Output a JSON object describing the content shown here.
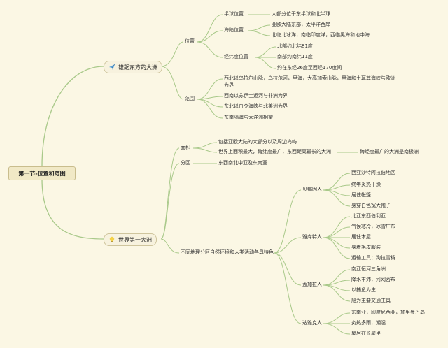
{
  "root": "第一节-位置和范围",
  "b1": {
    "title": "雄踞东方的大洲",
    "position": {
      "label": "位置",
      "hemisphere": {
        "label": "半球位置",
        "value": "大部分位于东半球和北半球"
      },
      "sealand": {
        "label": "海陆位置",
        "values": [
          "亚欧大陆东部，太平洋西岸",
          "北临北冰洋，南临印度洋，西临黑海和地中海"
        ]
      },
      "latlon": {
        "label": "经纬度位置",
        "values": [
          "北部约北纬81度",
          "南部约南纬11度",
          "约在东经26度至西经170度间"
        ]
      }
    },
    "range": {
      "label": "范围",
      "items": [
        "西北以乌拉尔山脉，乌拉尔河，里海，大高加索山脉，黑海和土耳其海峡与欧洲",
        "为界",
        "西南以苏伊士运河与非洲为界",
        "东北以白令海峡与北美洲为界",
        "东南隔海与大洋洲相望"
      ]
    }
  },
  "b2": {
    "title": "世界第一大洲",
    "area": {
      "label": "面积",
      "items": [
        "包括亚欧大陆的大部分以及周边岛屿",
        "世界上面积最大，跨纬度最广，东西距离最长的大洲"
      ],
      "extra": "跨经度最广的大洲是南极洲"
    },
    "region": {
      "label": "分区",
      "value": "东西南北中亚及东南亚"
    },
    "culture": {
      "label": "不同地理分区自然环境和人类活动各具特色",
      "groups": [
        {
          "label": "贝都因人",
          "items": [
            "西亚沙特阿拉伯地区",
            "终年炎热干燥",
            "居住帐篷",
            "身穿白色宽大袍子"
          ]
        },
        {
          "label": "雅库特人",
          "items": [
            "北亚东西伯利亚",
            "气候寒冷，冰雪广布",
            "居住木屋",
            "身着毛皮服装",
            "运输工具：狗拉雪橇"
          ]
        },
        {
          "label": "孟加拉人",
          "items": [
            "南亚恒河三角洲",
            "降水丰沛，河网密布",
            "以捕鱼为生",
            "船为主要交通工具"
          ]
        },
        {
          "label": "达雅克人",
          "items": [
            "东南亚，印度尼西亚，加里曼丹岛",
            "炎热多雨，潮湿",
            "聚居在长屋里"
          ]
        }
      ]
    }
  },
  "colors": {
    "line": "#a9c98a",
    "background": "#fbf7e4"
  },
  "icons": {
    "b1": "paper-plane-icon",
    "b2": "lightbulb-icon"
  }
}
